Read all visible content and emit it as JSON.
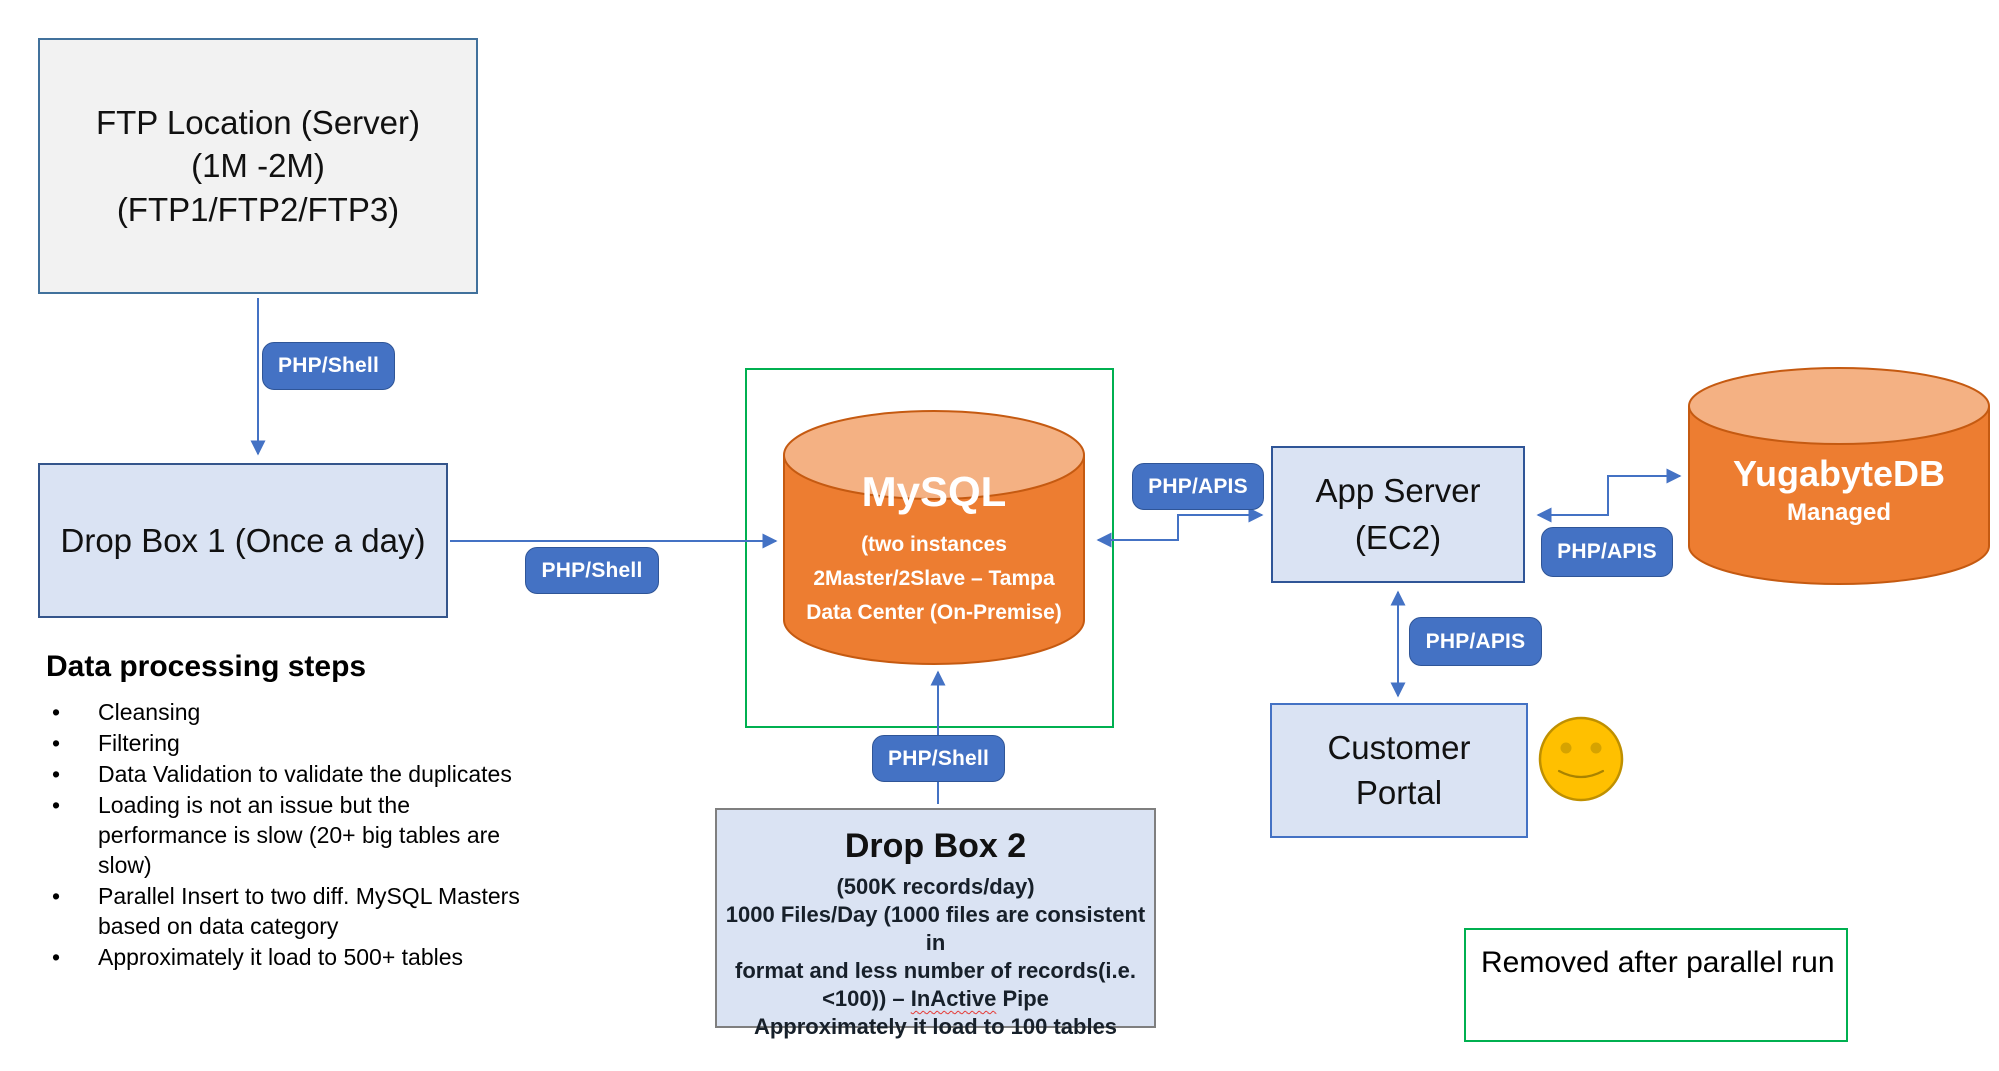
{
  "diagram": {
    "ftp": {
      "lines": [
        "FTP Location (Server)",
        "(1M -2M)",
        "(FTP1/FTP2/FTP3)"
      ]
    },
    "dropbox1": {
      "label": "Drop Box 1 (Once a day)"
    },
    "mysql": {
      "title": "MySQL",
      "lines": [
        "(two instances",
        "2Master/2Slave – Tampa",
        "Data Center (On-Premise)"
      ]
    },
    "appserver": {
      "lines": [
        "App Server",
        "(EC2)"
      ]
    },
    "yugabyte": {
      "title": "YugabyteDB",
      "subtitle": "Managed"
    },
    "portal": {
      "lines": [
        "Customer",
        "Portal"
      ]
    },
    "dropbox2": {
      "title": "Drop Box 2",
      "line1": "(500K records/day)",
      "line2": "1000 Files/Day (1000 files are consistent in",
      "line3": "format and less number of records(i.e.",
      "line4_pre": "<100)) – ",
      "line4_word": "InActive",
      "line4_post": " Pipe",
      "line5": "Approximately it load to 100 tables"
    },
    "badges": {
      "php_shell": "PHP/Shell",
      "php_apis": "PHP/APIS"
    },
    "processing": {
      "heading": "Data processing steps",
      "items": [
        "Cleansing",
        "Filtering",
        "Data Validation to validate the duplicates",
        "Loading is not an issue but the performance is slow (20+ big tables are slow)",
        "Parallel Insert to two diff. MySQL Masters based on data category",
        "Approximately it load to 500+ tables"
      ]
    },
    "note": {
      "text": "Removed after parallel run"
    },
    "colors": {
      "accent_blue": "#4472C4",
      "light_blue_fill": "#DAE3F3",
      "gray_fill": "#F2F2F2",
      "orange_body": "#ED7D31",
      "orange_top": "#F4B183",
      "orange_border": "#C55A11",
      "green_outline": "#00B050",
      "smiley_yellow": "#FFC000"
    }
  }
}
